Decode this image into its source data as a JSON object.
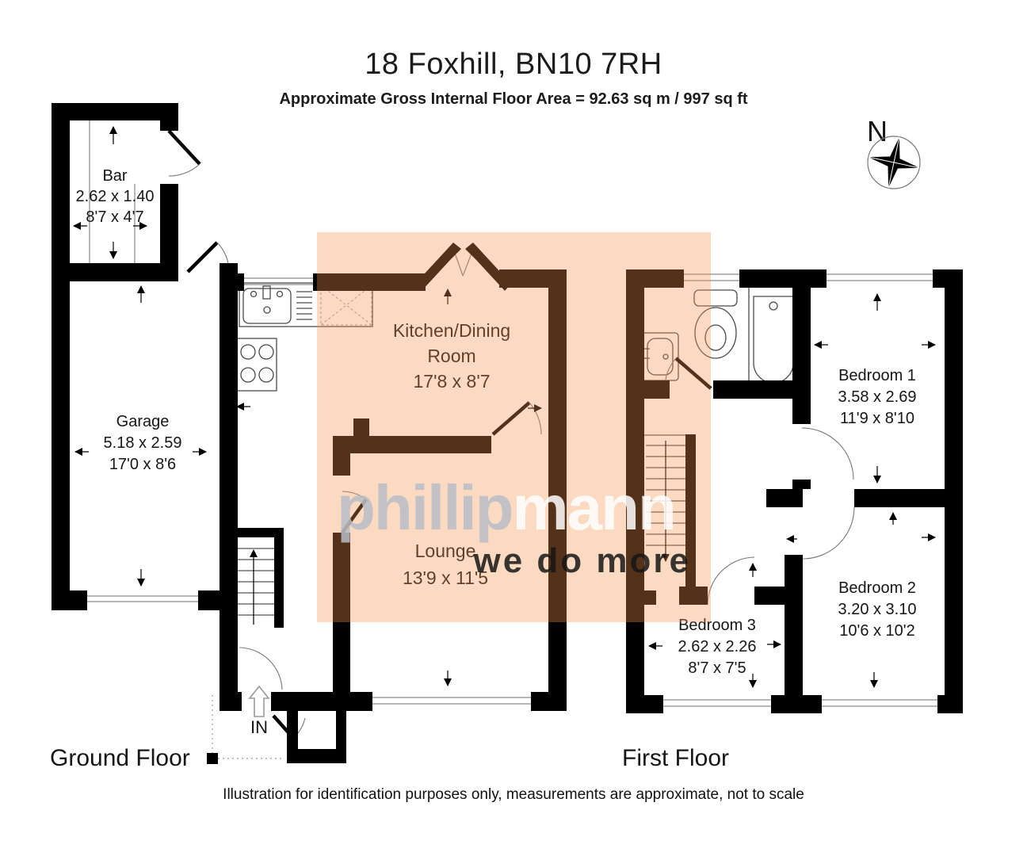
{
  "header": {
    "title": "18 Foxhill, BN10 7RH",
    "subtitle": "Approximate Gross Internal Floor Area = 92.63 sq m / 997 sq ft"
  },
  "compass": {
    "north_label": "N"
  },
  "watermark": {
    "brand_gray": "phillip",
    "brand_white": "mann",
    "tagline": "we do more"
  },
  "ground_floor": {
    "label": "Ground Floor",
    "entrance": "IN",
    "bar": {
      "name": "Bar",
      "metric": "2.62 x 1.40",
      "imperial": "8'7 x 4'7"
    },
    "garage": {
      "name": "Garage",
      "metric": "5.18 x 2.59",
      "imperial": "17'0 x 8'6"
    },
    "kitchen_dining": {
      "name_line1": "Kitchen/Dining",
      "name_line2": "Room",
      "imperial": "17'8 x 8'7"
    },
    "lounge": {
      "name": "Lounge",
      "imperial": "13'9 x 11'5"
    }
  },
  "first_floor": {
    "label": "First Floor",
    "bedroom1": {
      "name": "Bedroom 1",
      "metric": "3.58 x 2.69",
      "imperial": "11'9 x 8'10"
    },
    "bedroom2": {
      "name": "Bedroom 2",
      "metric": "3.20 x 3.10",
      "imperial": "10'6 x 10'2"
    },
    "bedroom3": {
      "name": "Bedroom 3",
      "metric": "2.62 x 2.26",
      "imperial": "8'7 x 7'5"
    }
  },
  "footer": {
    "disclaimer": "Illustration for identification purposes only, measurements are approximate, not to scale"
  },
  "colors": {
    "wall": "#000000",
    "overlay_highlight": "#F39248",
    "watermark_gray": "#B7BDC7",
    "watermark_white": "#FFFFFF"
  }
}
